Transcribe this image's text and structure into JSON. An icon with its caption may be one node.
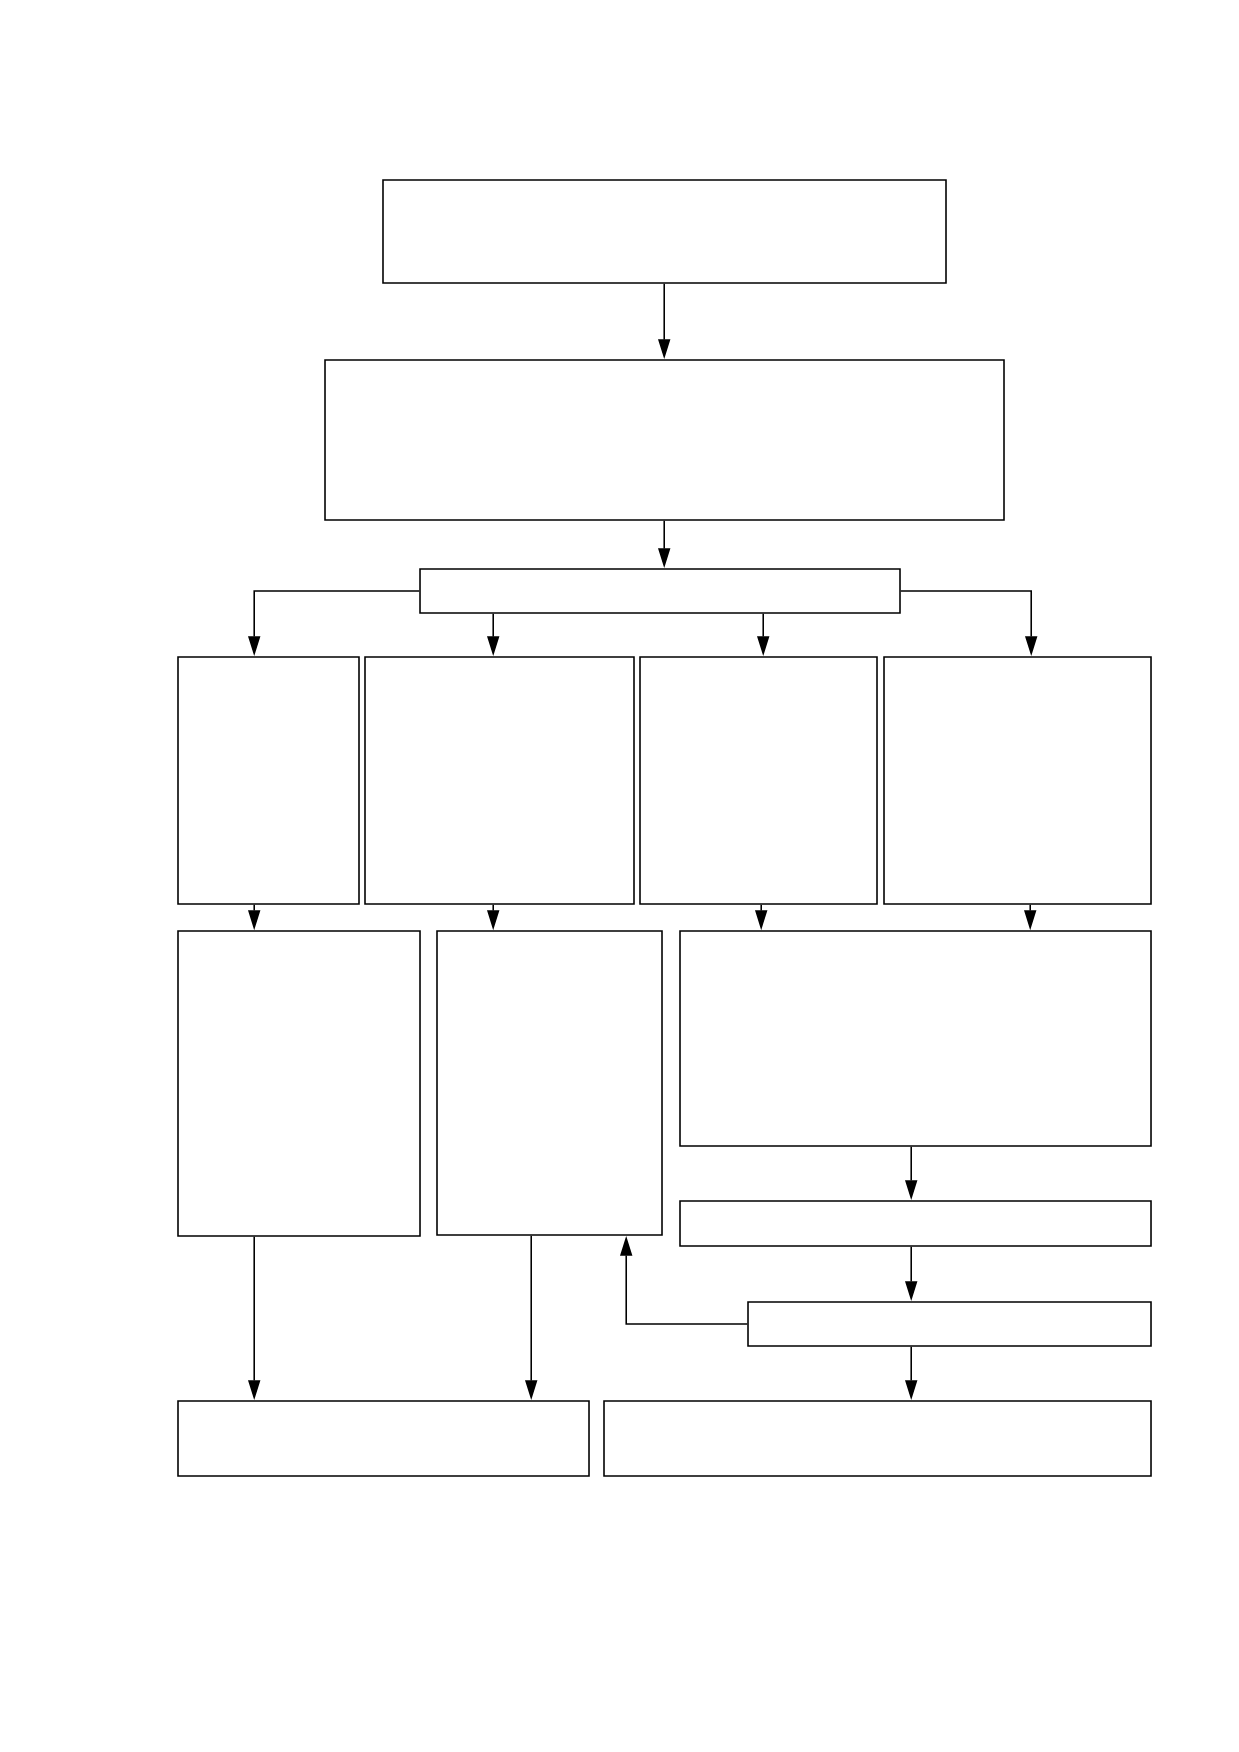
{
  "diagram": {
    "nodes": [
      {
        "text": [],
        "shape": "box"
      },
      {
        "text": [],
        "shape": "box"
      },
      {
        "text": [],
        "shape": "box"
      },
      {
        "text": [],
        "shape": "box"
      },
      {
        "text": [],
        "shape": "box"
      },
      {
        "text": [],
        "shape": "box"
      },
      {
        "text": [],
        "shape": "box"
      },
      {
        "text": [],
        "shape": "box"
      },
      {
        "text": [],
        "shape": "box"
      },
      {
        "text": [],
        "shape": "box"
      },
      {
        "text": [],
        "shape": "box"
      },
      {
        "text": [],
        "shape": "box"
      },
      {
        "text": [],
        "shape": "box"
      },
      {
        "text": [],
        "shape": "box"
      }
    ],
    "edges": [
      {
        "from": 0,
        "to": 1,
        "arrow": "to"
      },
      {
        "from": 1,
        "to": 2,
        "arrow": "to"
      },
      {
        "from": 2,
        "to": 3,
        "arrow": "to"
      },
      {
        "from": 2,
        "to": 4,
        "arrow": "to"
      },
      {
        "from": 2,
        "to": 5,
        "arrow": "to"
      },
      {
        "from": 2,
        "to": 6,
        "arrow": "to"
      },
      {
        "from": 3,
        "to": 7,
        "arrow": "to"
      },
      {
        "from": 4,
        "to": 8,
        "arrow": "to"
      },
      {
        "from": 5,
        "to": 9,
        "arrow": "to"
      },
      {
        "from": 6,
        "to": 9,
        "arrow": "to"
      },
      {
        "from": 9,
        "to": 10,
        "arrow": "to"
      },
      {
        "from": 10,
        "to": 11,
        "arrow": "to"
      },
      {
        "from": 11,
        "to": 8,
        "arrow": "to"
      },
      {
        "from": 7,
        "to": 12,
        "arrow": "to"
      },
      {
        "from": 8,
        "to": 12,
        "arrow": "to"
      },
      {
        "from": 11,
        "to": 13,
        "arrow": "to"
      }
    ]
  }
}
